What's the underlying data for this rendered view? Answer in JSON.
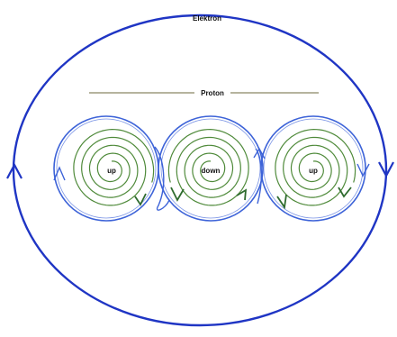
{
  "labels": {
    "electron": "Elektron",
    "proton": "Proton"
  },
  "quarks": [
    {
      "label": "up"
    },
    {
      "label": "down"
    },
    {
      "label": "up"
    }
  ],
  "colors": {
    "electron": "#1f35c4",
    "quark_circle": "#3d63d8",
    "spiral": "#4f8a3a",
    "arrow_green": "#2e6b2e",
    "proton_line": "#6d6a3c",
    "text": "#111111"
  }
}
